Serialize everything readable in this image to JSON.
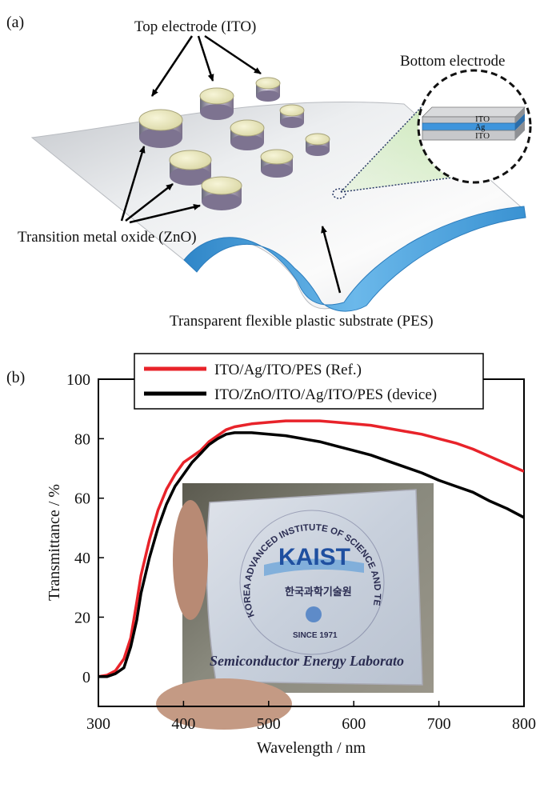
{
  "figure": {
    "panel_a_label": "(a)",
    "panel_b_label": "(b)",
    "labels": {
      "top_electrode": "Top electrode (ITO)",
      "bottom_electrode": "Bottom electrode",
      "transition_metal_oxide": "Transition metal oxide (ZnO)",
      "substrate": "Transparent flexible plastic substrate (PES)",
      "stack_layers": [
        "ITO",
        "Ag",
        "ITO"
      ]
    },
    "photo_text": {
      "logo": "KAIST",
      "arc_text": "KOREA ADVANCED INSTITUTE OF SCIENCE AND TECHNOLOGY",
      "korean": "한국과학기술원",
      "since": "SINCE 1971",
      "lab": "Semiconductor Energy Laborato"
    },
    "colors": {
      "ref_line": "#e8232a",
      "device_line": "#000000",
      "substrate": "#4aa3e0"
    }
  },
  "chart_data": {
    "type": "line",
    "title": "",
    "xlabel": "Wavelength / nm",
    "ylabel": "Transmittance / %",
    "xlim": [
      300,
      800
    ],
    "ylim": [
      -10,
      100
    ],
    "xticks": [
      300,
      400,
      500,
      600,
      700,
      800
    ],
    "yticks": [
      0,
      20,
      40,
      60,
      80,
      100
    ],
    "grid": false,
    "legend_position": "top",
    "series": [
      {
        "name": "ITO/Ag/ITO/PES (Ref.)",
        "color": "#e8232a",
        "x": [
          300,
          310,
          320,
          330,
          338,
          345,
          350,
          360,
          370,
          380,
          390,
          400,
          410,
          420,
          430,
          440,
          450,
          460,
          470,
          480,
          500,
          520,
          540,
          560,
          580,
          600,
          620,
          640,
          660,
          680,
          700,
          720,
          740,
          760,
          780,
          800
        ],
        "y": [
          0,
          0.5,
          2,
          6,
          13,
          25,
          34,
          46,
          56,
          63,
          68,
          72,
          74,
          76,
          79,
          81,
          83,
          84,
          84.5,
          85,
          85.5,
          86,
          86,
          86,
          85.5,
          85,
          84.5,
          83.5,
          82.5,
          81.5,
          80,
          78.5,
          76.5,
          74,
          71.5,
          69
        ]
      },
      {
        "name": "ITO/ZnO/ITO/Ag/ITO/PES (device)",
        "color": "#000000",
        "x": [
          300,
          310,
          320,
          330,
          338,
          345,
          350,
          360,
          370,
          380,
          390,
          400,
          410,
          420,
          430,
          440,
          450,
          460,
          470,
          480,
          500,
          520,
          540,
          560,
          580,
          600,
          620,
          640,
          660,
          680,
          700,
          720,
          740,
          760,
          780,
          800
        ],
        "y": [
          0,
          0,
          1,
          3,
          10,
          19,
          28,
          40,
          50,
          58,
          64,
          68,
          72,
          75,
          78,
          80,
          81.5,
          82,
          82,
          82,
          81.5,
          81,
          80,
          79,
          77.5,
          76,
          74.5,
          72.5,
          70.5,
          68.5,
          66,
          64,
          62,
          59,
          56.5,
          53.5
        ]
      }
    ]
  }
}
